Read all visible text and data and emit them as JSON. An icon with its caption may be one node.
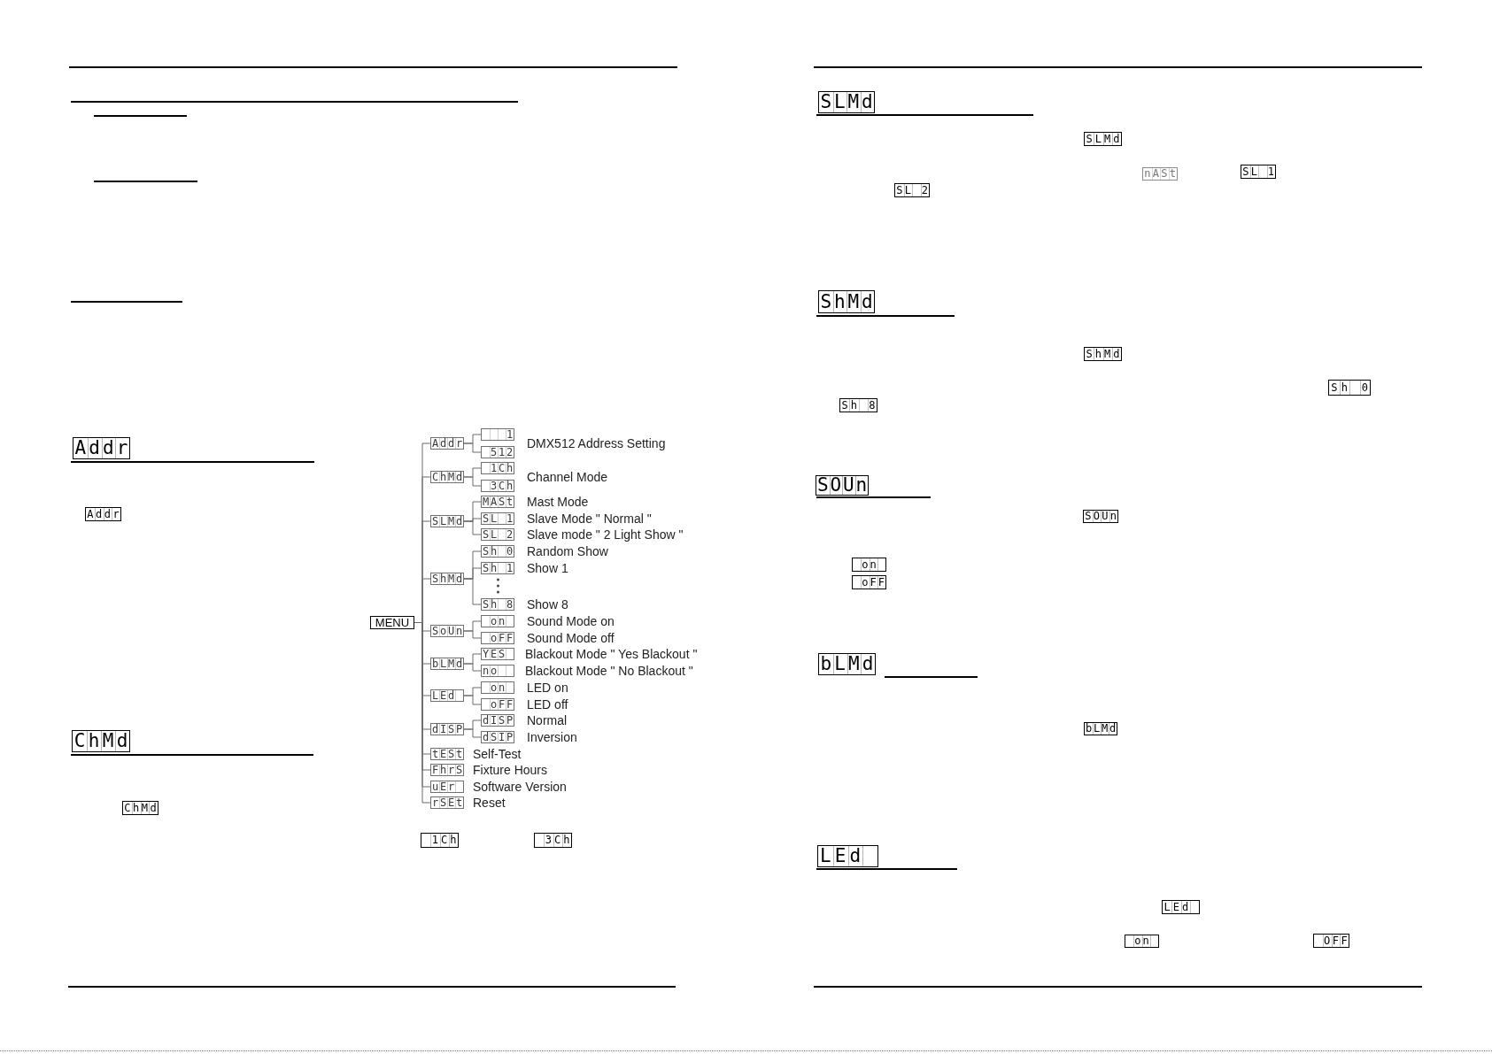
{
  "diagram": {
    "nodes": [
      {
        "text": [
          "Addr"
        ]
      },
      {
        "text": [
          "Addr"
        ]
      },
      {
        "text": [
          "MENU"
        ]
      },
      {
        "text": [
          "Addr"
        ]
      },
      {
        "text": [
          "1"
        ]
      },
      {
        "text": [
          "512"
        ]
      },
      {
        "text": [
          "ChMd"
        ]
      },
      {
        "text": [
          "1Ch"
        ]
      },
      {
        "text": [
          "3Ch"
        ]
      },
      {
        "text": [
          "SLMd"
        ]
      },
      {
        "text": [
          "MASt"
        ],
        "beside": [
          "Mast Mode"
        ]
      },
      {
        "text": [
          "SL 1"
        ],
        "beside": [
          "Slave Mode \" Normal \""
        ]
      },
      {
        "text": [
          "SL 2"
        ],
        "beside": [
          "Slave mode \" 2 Light Show \""
        ]
      },
      {
        "text": [
          "ShMd"
        ]
      },
      {
        "text": [
          "Sh 0"
        ],
        "beside": [
          "Random Show"
        ]
      },
      {
        "text": [
          "Sh 1"
        ],
        "beside": [
          "Show 1"
        ]
      },
      {
        "text": [
          "Sh 8"
        ],
        "beside": [
          "Show 8"
        ]
      },
      {
        "text": [
          "SoUn"
        ]
      },
      {
        "text": [
          "on"
        ],
        "beside": [
          "Sound Mode on"
        ]
      },
      {
        "text": [
          "oFF"
        ],
        "beside": [
          "Sound Mode off"
        ]
      },
      {
        "text": [
          "bLMd"
        ]
      },
      {
        "text": [
          "YES"
        ],
        "beside": [
          "Blackout Mode \" Yes Blackout \""
        ]
      },
      {
        "text": [
          "no"
        ],
        "beside": [
          "Blackout Mode \" No Blackout \""
        ]
      },
      {
        "text": [
          "LEd"
        ]
      },
      {
        "text": [
          "on"
        ],
        "beside": [
          "LED on"
        ]
      },
      {
        "text": [
          "oFF"
        ],
        "beside": [
          "LED off"
        ]
      },
      {
        "text": [
          "dISP"
        ]
      },
      {
        "text": [
          "dISP"
        ],
        "beside": [
          "Normal"
        ]
      },
      {
        "text": [
          "dSIP"
        ],
        "beside": [
          "Inversion"
        ]
      },
      {
        "text": [
          "tESt"
        ],
        "beside": [
          "Self-Test"
        ]
      },
      {
        "text": [
          "FhrS"
        ],
        "beside": [
          "Fixture Hours"
        ]
      },
      {
        "text": [
          "uEr"
        ],
        "beside": [
          "Software Version"
        ]
      },
      {
        "text": [
          "rSEt"
        ],
        "beside": [
          "Reset"
        ]
      },
      {
        "text": [
          "ChMd"
        ]
      },
      {
        "text": [
          "ChMd"
        ]
      },
      {
        "text": [
          "1Ch"
        ]
      },
      {
        "text": [
          "3Ch"
        ]
      },
      {
        "text": [
          "SLMd"
        ]
      },
      {
        "text": [
          "SLMd"
        ]
      },
      {
        "text": [
          "nASt"
        ]
      },
      {
        "text": [
          "SL 1"
        ]
      },
      {
        "text": [
          "SL 2"
        ]
      },
      {
        "text": [
          "ShMd"
        ]
      },
      {
        "text": [
          "ShMd"
        ]
      },
      {
        "text": [
          "Sh 0"
        ]
      },
      {
        "text": [
          "Sh 8"
        ]
      },
      {
        "text": [
          "SOUn"
        ]
      },
      {
        "text": [
          "SOUn"
        ]
      },
      {
        "text": [
          "on"
        ]
      },
      {
        "text": [
          "oFF"
        ]
      },
      {
        "text": [
          "bLMd"
        ]
      },
      {
        "text": [
          "bLMd"
        ]
      },
      {
        "text": [
          "LEd"
        ]
      },
      {
        "text": [
          "LEd"
        ]
      },
      {
        "text": [
          "on"
        ]
      },
      {
        "text": [
          "OFF"
        ]
      }
    ],
    "edges": [
      {
        "from": 2,
        "to": 3,
        "arrow": "none"
      },
      {
        "from": 2,
        "to": 6,
        "arrow": "none"
      },
      {
        "from": 2,
        "to": 9,
        "arrow": "none"
      },
      {
        "from": 2,
        "to": 13,
        "arrow": "none"
      },
      {
        "from": 2,
        "to": 17,
        "arrow": "none"
      },
      {
        "from": 2,
        "to": 20,
        "arrow": "none"
      },
      {
        "from": 2,
        "to": 23,
        "arrow": "none"
      },
      {
        "from": 2,
        "to": 26,
        "arrow": "none"
      },
      {
        "from": 2,
        "to": 29,
        "arrow": "none"
      },
      {
        "from": 2,
        "to": 30,
        "arrow": "none"
      },
      {
        "from": 2,
        "to": 31,
        "arrow": "none"
      },
      {
        "from": 2,
        "to": 32,
        "arrow": "none"
      },
      {
        "from": 3,
        "to": 4,
        "arrow": "none"
      },
      {
        "from": 3,
        "to": 5,
        "arrow": "none"
      },
      {
        "from": 6,
        "to": 7,
        "arrow": "none"
      },
      {
        "from": 6,
        "to": 8,
        "arrow": "none"
      },
      {
        "from": 9,
        "to": 10,
        "arrow": "none"
      },
      {
        "from": 9,
        "to": 11,
        "arrow": "none"
      },
      {
        "from": 9,
        "to": 12,
        "arrow": "none"
      },
      {
        "from": 13,
        "to": 14,
        "arrow": "none"
      },
      {
        "from": 13,
        "to": 15,
        "arrow": "none"
      },
      {
        "from": 13,
        "to": 16,
        "arrow": "none"
      },
      {
        "from": 17,
        "to": 18,
        "arrow": "none"
      },
      {
        "from": 17,
        "to": 19,
        "arrow": "none"
      },
      {
        "from": 20,
        "to": 21,
        "arrow": "none"
      },
      {
        "from": 20,
        "to": 22,
        "arrow": "none"
      },
      {
        "from": 23,
        "to": 24,
        "arrow": "none"
      },
      {
        "from": 23,
        "to": 25,
        "arrow": "none"
      },
      {
        "from": 26,
        "to": 27,
        "arrow": "none"
      },
      {
        "from": 26,
        "to": 28,
        "arrow": "none"
      }
    ],
    "labels": [
      "DMX512 Address Setting",
      "Channel Mode"
    ]
  }
}
